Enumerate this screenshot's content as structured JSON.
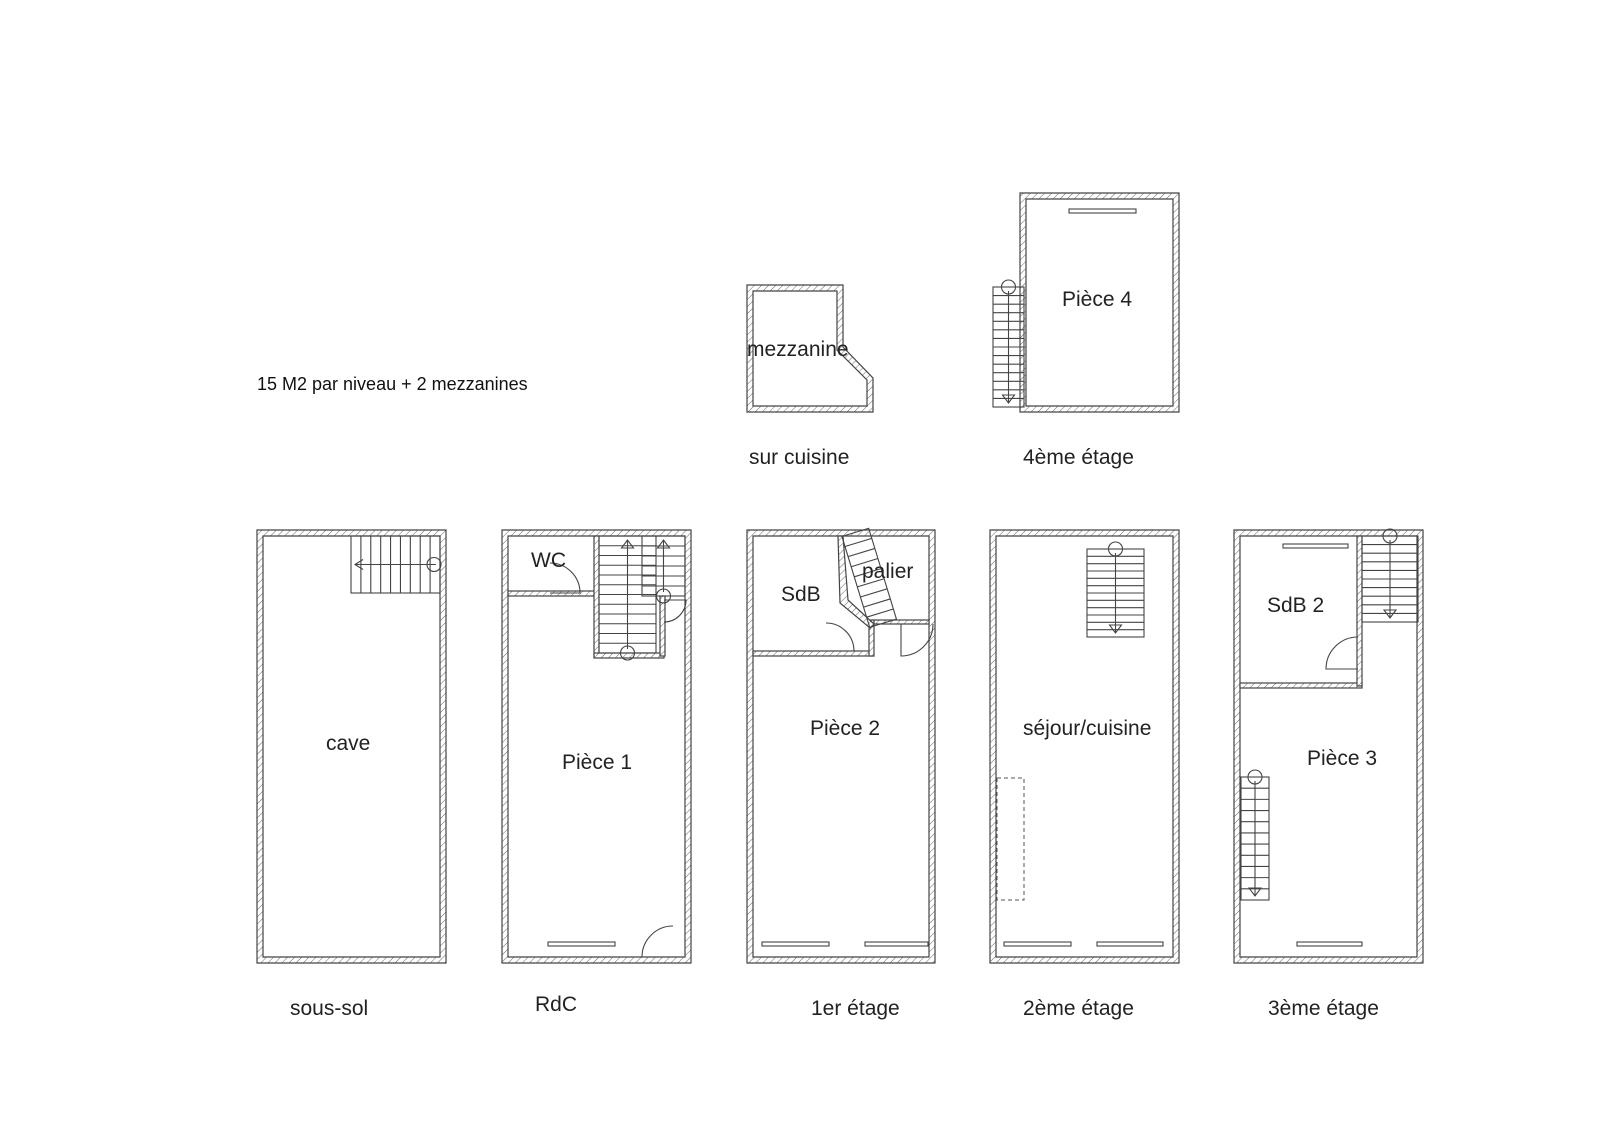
{
  "note": "15 M2 par niveau + 2 mezzanines",
  "levels": {
    "sous_sol": {
      "caption": "sous-sol",
      "rooms": [
        "cave"
      ]
    },
    "rdc": {
      "caption": "RdC",
      "rooms": [
        "Pièce 1",
        "WC"
      ]
    },
    "etage1": {
      "caption": "1er étage",
      "rooms": [
        "Pièce 2",
        "SdB",
        "palier"
      ]
    },
    "etage2": {
      "caption": "2ème étage",
      "rooms": [
        "séjour/cuisine"
      ]
    },
    "etage3": {
      "caption": "3ème étage",
      "rooms": [
        "Pièce 3",
        "SdB 2"
      ]
    },
    "etage4": {
      "caption": "4ème étage",
      "rooms": [
        "Pièce 4"
      ]
    },
    "mezzanine": {
      "caption": "sur cuisine",
      "rooms": [
        "mezzanine"
      ]
    }
  }
}
